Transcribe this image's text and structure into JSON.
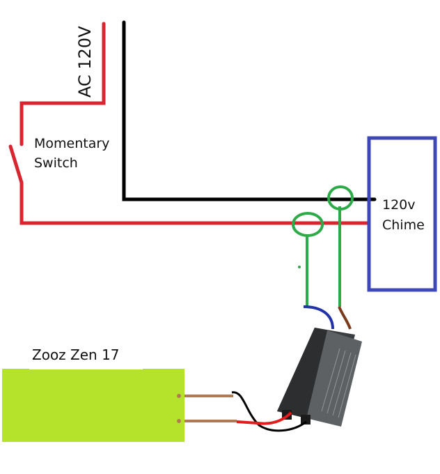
{
  "labels": {
    "ac_source": "AC 120V",
    "switch_line1": "Momentary",
    "switch_line2": "Switch",
    "chime_line1": "120v",
    "chime_line2": "Chime",
    "relay": "Zooz Zen 17"
  },
  "colors": {
    "hot_wire": "#d9252f",
    "neutral_wire": "#000000",
    "chime_box": "#3d47b8",
    "tap_wire": "#2eaa48",
    "relay_box": "#b5e22a",
    "relay_lead": "#b07a55",
    "blue_lead": "#2233aa",
    "brown_lead": "#7a3b1c",
    "module_body": "#4a4d4f"
  }
}
